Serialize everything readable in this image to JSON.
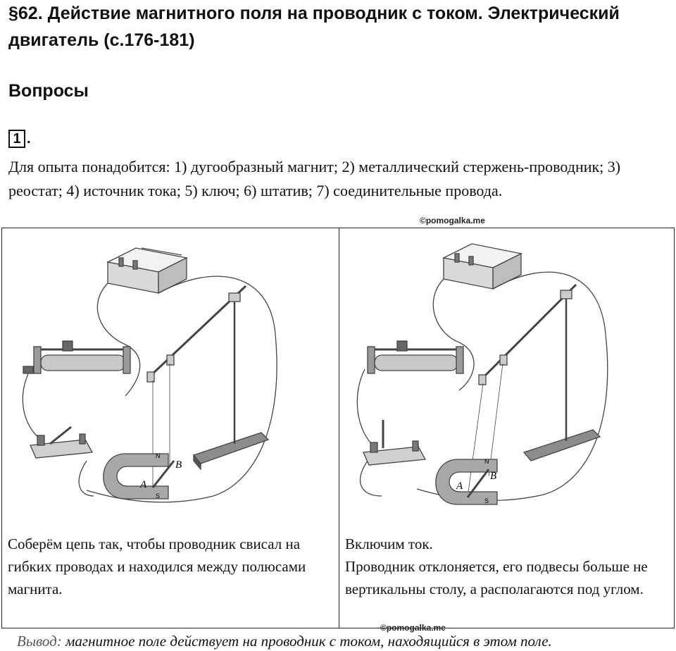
{
  "header": {
    "title": "§62. Действие магнитного поля на проводник с током. Электрический двигатель (с.176-181)",
    "section": "Вопросы"
  },
  "question": {
    "number": "1",
    "intro": "Для опыта понадобится: 1) дугообразный магнит; 2) металлический стержень-проводник; 3) реостат; 4) источник тока; 5) ключ; 6) штатив; 7) соединительные провода."
  },
  "watermark": "©pomogalka.me",
  "panels": {
    "left": {
      "caption": "Соберём цепь так, чтобы проводник свисал на гибких проводах и находился между полюсами магнита.",
      "labels": {
        "a": "A",
        "b": "B",
        "n": "N",
        "s": "S"
      }
    },
    "right": {
      "caption": "Включим ток.\nПроводник отклоняется, его подвесы больше не вертикальны столу, а располагаются под углом.",
      "labels": {
        "a": "A",
        "b": "B",
        "n": "N",
        "s": "S"
      }
    }
  },
  "conclusion": {
    "label": "Вывод:",
    "text": " магнитное поле действует на проводник с током, находящийся в этом поле."
  },
  "colors": {
    "line": "#333333",
    "grey": "#8a8a8a",
    "light": "#e6e6e6"
  }
}
